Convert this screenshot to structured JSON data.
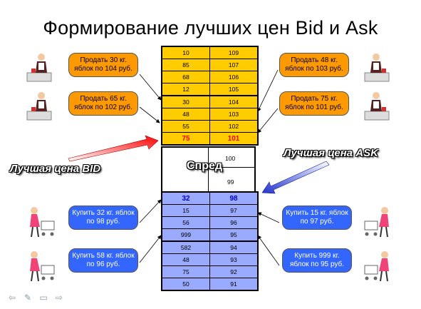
{
  "title": "Формирование лучших цен Bid и Ask",
  "ask_rows": [
    [
      "10",
      "109"
    ],
    [
      "85",
      "107"
    ],
    [
      "68",
      "106"
    ],
    [
      "12",
      "105"
    ],
    [
      "30",
      "104"
    ],
    [
      "48",
      "103"
    ],
    [
      "55",
      "102"
    ],
    [
      "75",
      "101"
    ]
  ],
  "spread": {
    "top": "100",
    "bottom": "99",
    "label": "Спред"
  },
  "bid_rows": [
    [
      "32",
      "98"
    ],
    [
      "15",
      "97"
    ],
    [
      "56",
      "96"
    ],
    [
      "999",
      "95"
    ],
    [
      "582",
      "94"
    ],
    [
      "48",
      "93"
    ],
    [
      "75",
      "92"
    ],
    [
      "50",
      "91"
    ]
  ],
  "sellers": [
    {
      "text": "Продать 30 кг. яблок по 104 руб."
    },
    {
      "text": "Продать 65 кг. яблок по 102 руб."
    },
    {
      "text": "Продать 48 кг. яблок по 103 руб."
    },
    {
      "text": "Продать 75 кг. яблок по 101 руб."
    }
  ],
  "buyers": [
    {
      "text": "Купить 32 кг. яблок по 98 руб."
    },
    {
      "text": "Купить 58 кг. яблок по 96 руб."
    },
    {
      "text": "Купить 15 кг. яблок по 97 руб."
    },
    {
      "text": "Купить 999 кг. яблок по 95 руб."
    }
  ],
  "labels": {
    "best_bid": "Лучшая цена BID",
    "best_ask": "Лучшая цена ASK"
  },
  "colors": {
    "ask_bg": "#ffcc00",
    "bid_bg": "#99aaff",
    "sell_bubble": "#ff9900",
    "buy_bubble": "#3366ff",
    "best_ask_text": "#ff0000",
    "best_bid_text": "#0000cc"
  },
  "nav_icons": [
    "arrow-left-icon",
    "pencil-icon",
    "screen-icon",
    "arrow-right-icon"
  ]
}
